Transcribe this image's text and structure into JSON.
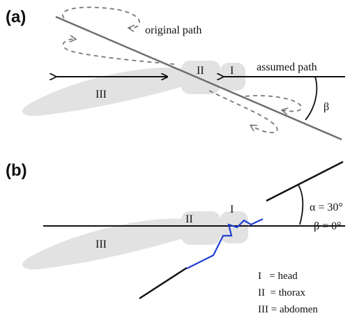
{
  "panel_a": {
    "label": "(a)",
    "original_path_label": "original path",
    "assumed_path_label": "assumed path",
    "angle_label": "β",
    "segments": {
      "head": "I",
      "thorax": "II",
      "abdomen": "III"
    }
  },
  "panel_b": {
    "label": "(b)",
    "alpha_label": "α = 30°",
    "beta_label": "β = 0°",
    "segments": {
      "head": "I",
      "thorax": "II",
      "abdomen": "III"
    }
  },
  "legend": [
    "I   = head",
    "II  = thorax",
    "III = abdomen"
  ],
  "colors": {
    "body": "#e2e2e2",
    "axis": "#111111",
    "assumed_line": "#6e6e6e",
    "dashed_path": "#777777",
    "blue_path": "#1f3fd6"
  }
}
